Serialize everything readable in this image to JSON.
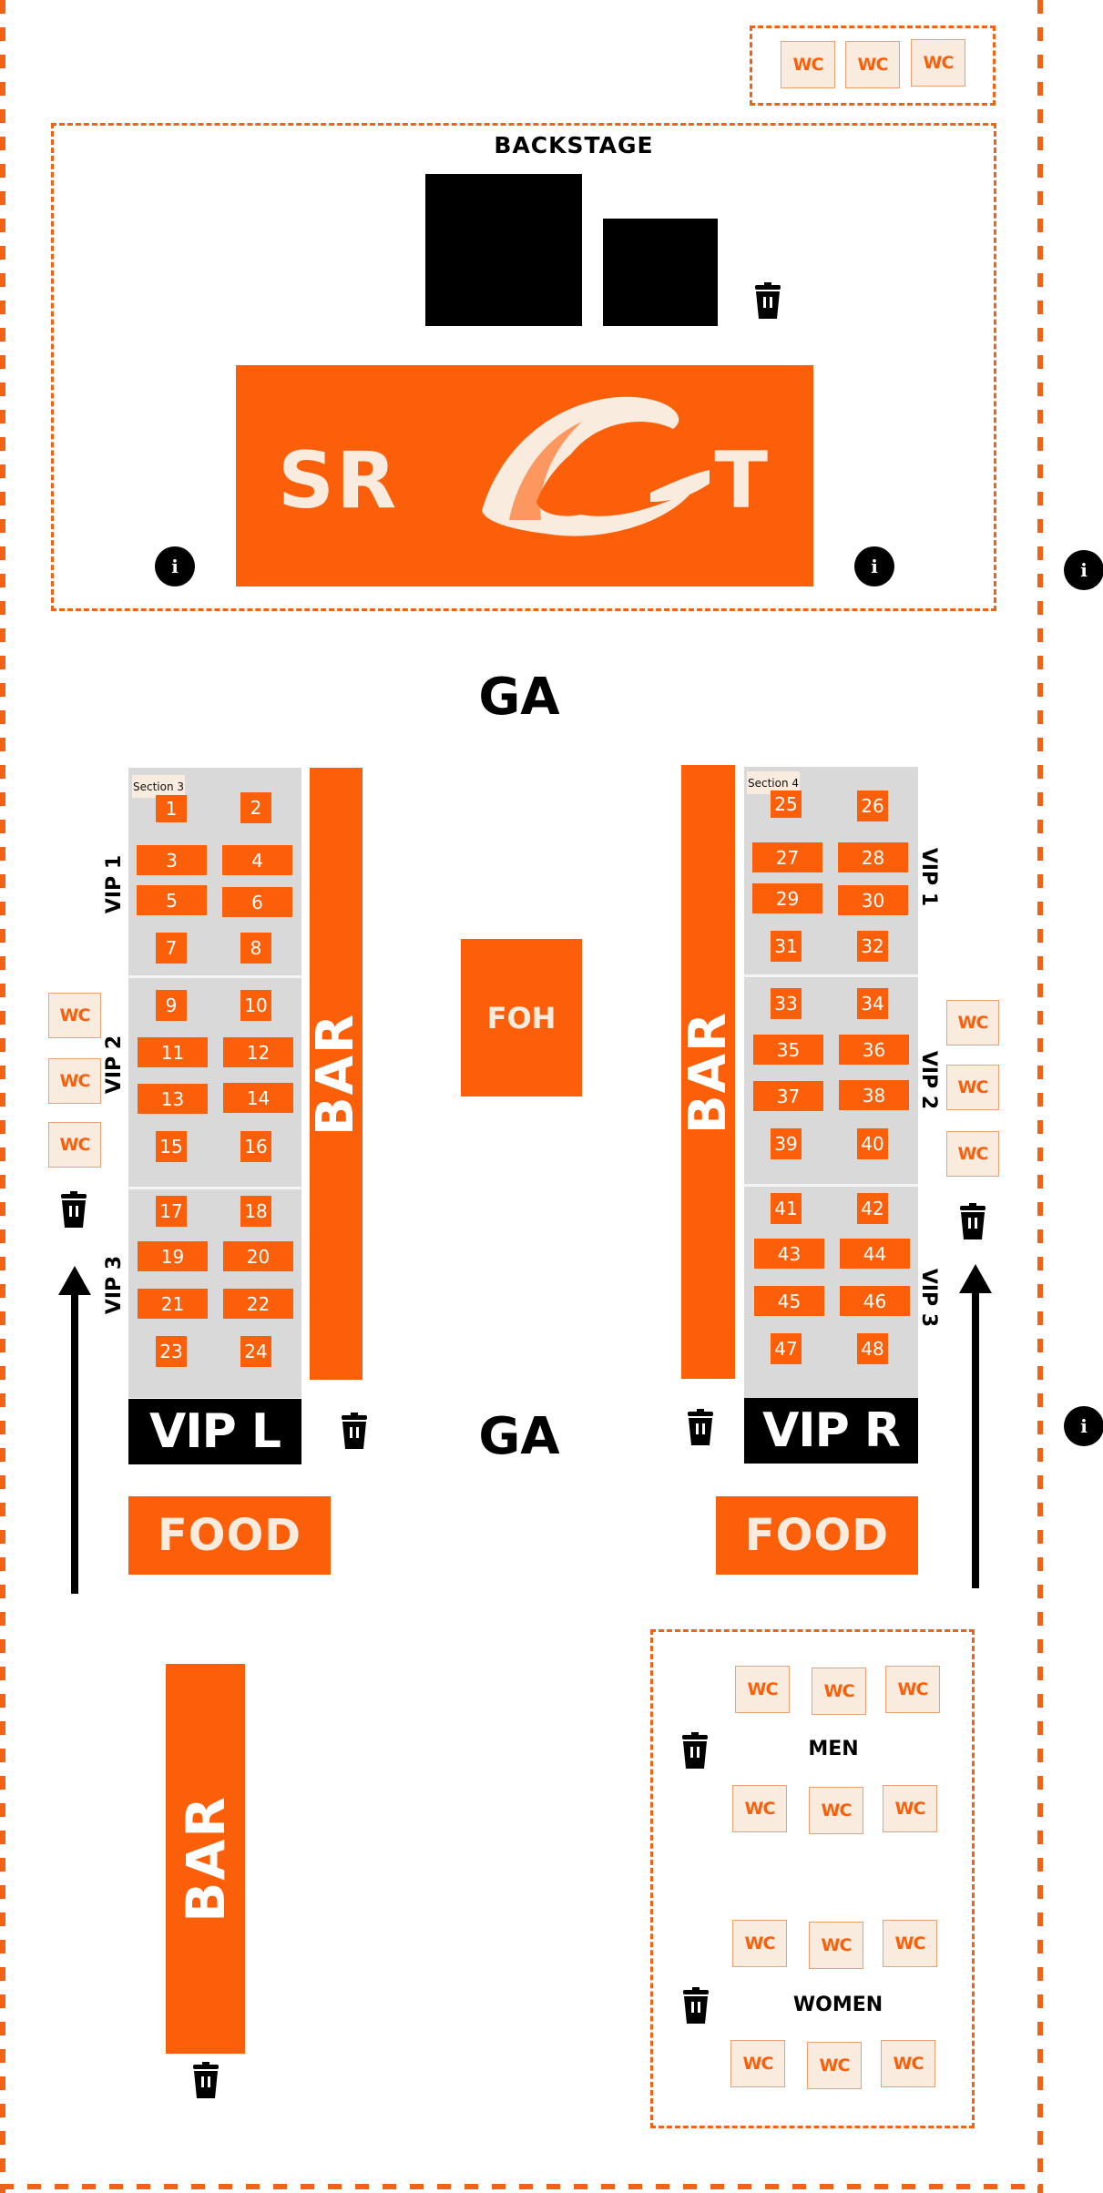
{
  "labels": {
    "backstage": "BACKSTAGE",
    "ga_top": "GA",
    "ga_bottom": "GA",
    "foh": "FOH",
    "bar": "BAR",
    "vip_l": "VIP L",
    "vip_r": "VIP R",
    "food": "FOOD",
    "men": "MEN",
    "women": "WOMEN",
    "vip1": "VIP 1",
    "vip2": "VIP 2",
    "vip3": "VIP 3",
    "section3": "Section 3",
    "section4": "Section 4",
    "wc": "WC",
    "logo": "SR T",
    "info": "i"
  },
  "seats": {
    "left": [
      "1",
      "2",
      "3",
      "4",
      "5",
      "6",
      "7",
      "8",
      "9",
      "10",
      "11",
      "12",
      "13",
      "14",
      "15",
      "16",
      "17",
      "18",
      "19",
      "20",
      "21",
      "22",
      "23",
      "24"
    ],
    "right": [
      "25",
      "26",
      "27",
      "28",
      "29",
      "30",
      "31",
      "32",
      "33",
      "34",
      "35",
      "36",
      "37",
      "38",
      "39",
      "40",
      "41",
      "42",
      "43",
      "44",
      "45",
      "46",
      "47",
      "48"
    ]
  },
  "colors": {
    "accent": "#fb5f0a",
    "dash": "#f26216",
    "wc_fill": "#f9ecdf",
    "section_grey": "#d9d9d9",
    "dark": "#000000"
  },
  "icons": [
    "trash-bin-icon",
    "info-icon",
    "arrow-up-icon"
  ]
}
